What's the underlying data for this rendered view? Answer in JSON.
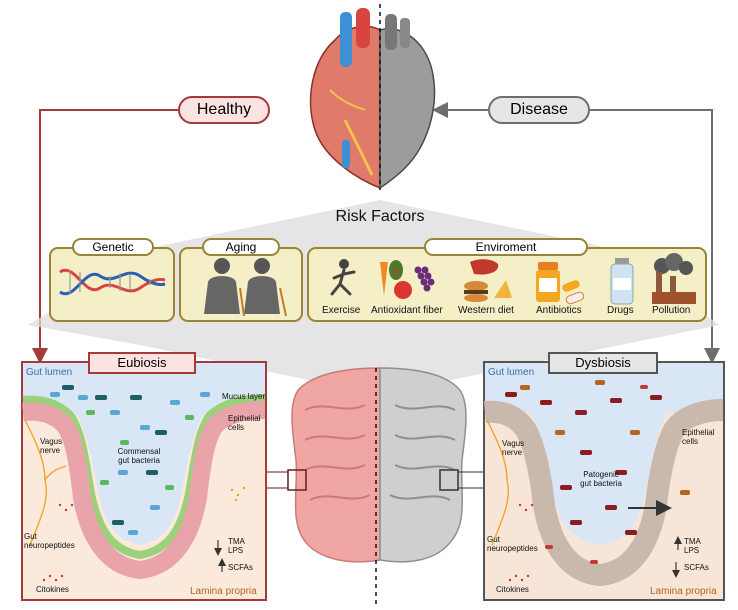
{
  "top": {
    "healthy_label": "Healthy",
    "disease_label": "Disease"
  },
  "risk": {
    "title": "Risk Factors",
    "genetic": "Genetic",
    "aging": "Aging",
    "environment": "Enviroment",
    "items": [
      "Exercise",
      "Antioxidant fiber",
      "Western diet",
      "Antibiotics",
      "Drugs",
      "Pollution"
    ]
  },
  "eubiosis": {
    "title": "Eubiosis",
    "gut_lumen": "Gut lumen",
    "mucus_layer": "Mucus layer",
    "epithelial": "Epithelial cells",
    "vagus": "Vagus nerve",
    "bacteria": "Commensal gut bacteria",
    "neuropeptides": "Gut neuropeptides",
    "citokines": "Citokines",
    "tma": "TMA",
    "lps": "LPS",
    "scfas": "SCFAs",
    "lamina": "Lamina propria"
  },
  "dysbiosis": {
    "title": "Dysbiosis",
    "gut_lumen": "Gut lumen",
    "epithelial": "Epithelial cells",
    "vagus": "Vagus nerve",
    "bacteria": "Patogenic gut bacteria",
    "neuropeptides": "Gut neuropeptides",
    "citokines": "Citokines",
    "tma": "TMA",
    "lps": "LPS",
    "scfas": "SCFAs",
    "lamina": "Lamina propria"
  },
  "colors": {
    "healthy": "#a33a3c",
    "disease": "#6e6e6e",
    "panel_border": "#9a8236",
    "panel_fill": "#f4efc6",
    "lumen": "#d8e6f6",
    "lamina_healthy": "#fbe9dc",
    "lamina_disease": "#f7e6d7"
  }
}
